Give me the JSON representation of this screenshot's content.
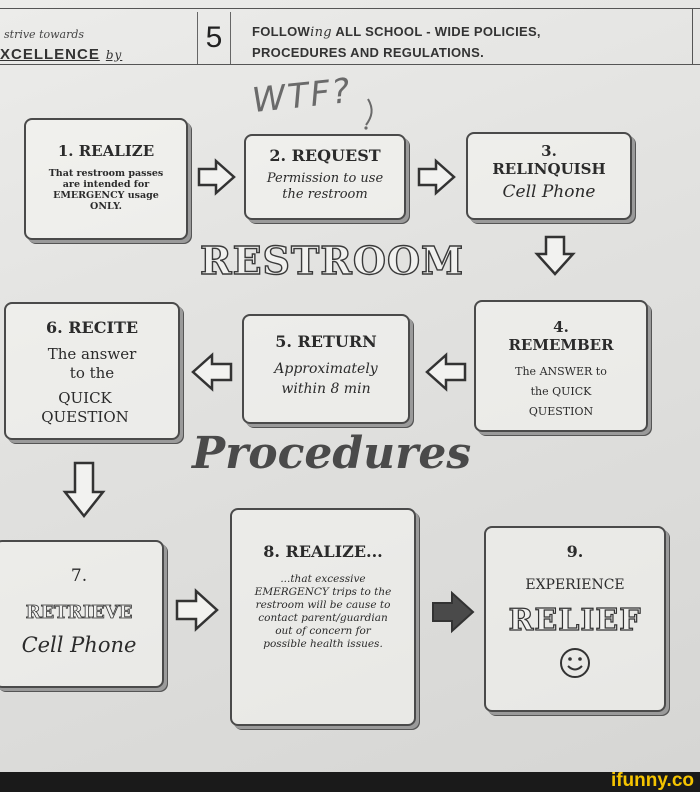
{
  "header": {
    "left_line1": "strive towards",
    "left_line2": "XCELLENCE",
    "left_by": "by",
    "number": "5",
    "title_line1_a": "FOLLOW",
    "title_line1_b": "ing",
    "title_line1_c": " ALL SCHOOL - WIDE POLICIES,",
    "title_line2": "PROCEDURES AND REGULATIONS."
  },
  "handwriting": "WTF?",
  "big_words": {
    "restroom": "RESTROOM",
    "procedures": "Procedures"
  },
  "steps": [
    {
      "title": "1. REALIZE",
      "body": "That restroom passes are intended for EMERGENCY usage ONLY."
    },
    {
      "title": "2. REQUEST",
      "body": "Permission to use the restroom"
    },
    {
      "title": "3.",
      "title2": "RELINQUISH",
      "body": "Cell Phone"
    },
    {
      "title": "4.",
      "title2": "REMEMBER",
      "body": "The ANSWER to the QUICK QUESTION"
    },
    {
      "title": "5. RETURN",
      "body": "Approximately within 8 min"
    },
    {
      "title": "6. RECITE",
      "body": "The answer to the",
      "body2": "QUICK QUESTION"
    },
    {
      "title": "7.",
      "title2": "RETRIEVE",
      "body": "Cell Phone"
    },
    {
      "title": "8. REALIZE...",
      "body": "...that excessive EMERGENCY trips to the restroom will be cause to contact parent/guardian out of concern for possible health issues."
    },
    {
      "title": "9.",
      "title2": "EXPERIENCE",
      "body": "RELIEF",
      "icon": "smiley-icon"
    }
  ],
  "watermark": "ifunny.co",
  "colors": {
    "paper": "#e4e4e2",
    "ink": "#2b2b2b",
    "brand_bar": "#1a1a1a",
    "brand_text": "#f5c400"
  }
}
